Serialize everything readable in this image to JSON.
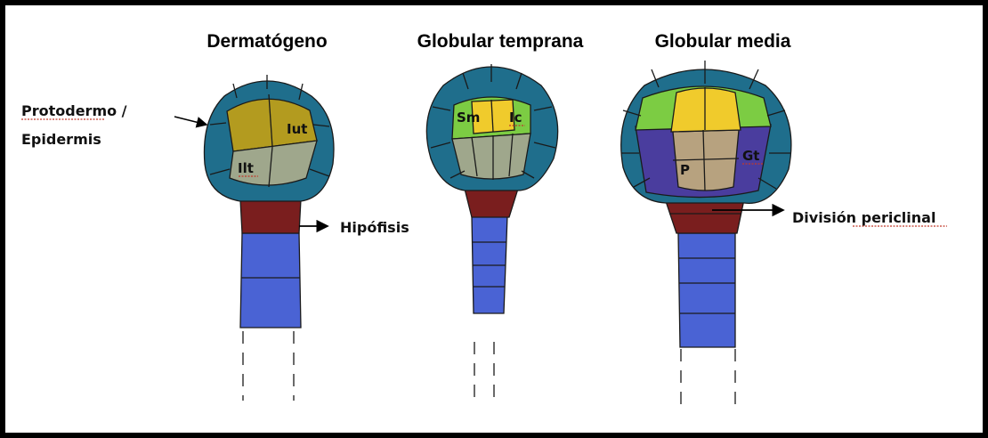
{
  "titles": {
    "stage1": "Dermatógeno",
    "stage2": "Globular temprana",
    "stage3": "Globular media"
  },
  "labels": {
    "protodermo_line1": "Protodermo /",
    "protodermo_line2": "Epidermis",
    "hipofisis": "Hipófisis",
    "division": "División periclinal"
  },
  "cell_labels": {
    "iut": "Iut",
    "ilt": "Ilt",
    "sm": "Sm",
    "ic": "Ic",
    "p": "P",
    "gt": "Gt"
  },
  "colors": {
    "protoderm": "#1f6e8c",
    "upper_tier": "#b39b1f",
    "lower_tier": "#9fa78c",
    "yellow": "#f0cb2c",
    "green": "#7ccc43",
    "tan": "#b7a27f",
    "purple": "#4a3d9e",
    "hypophysis": "#7a1e1e",
    "suspensor": "#4a63d4"
  }
}
